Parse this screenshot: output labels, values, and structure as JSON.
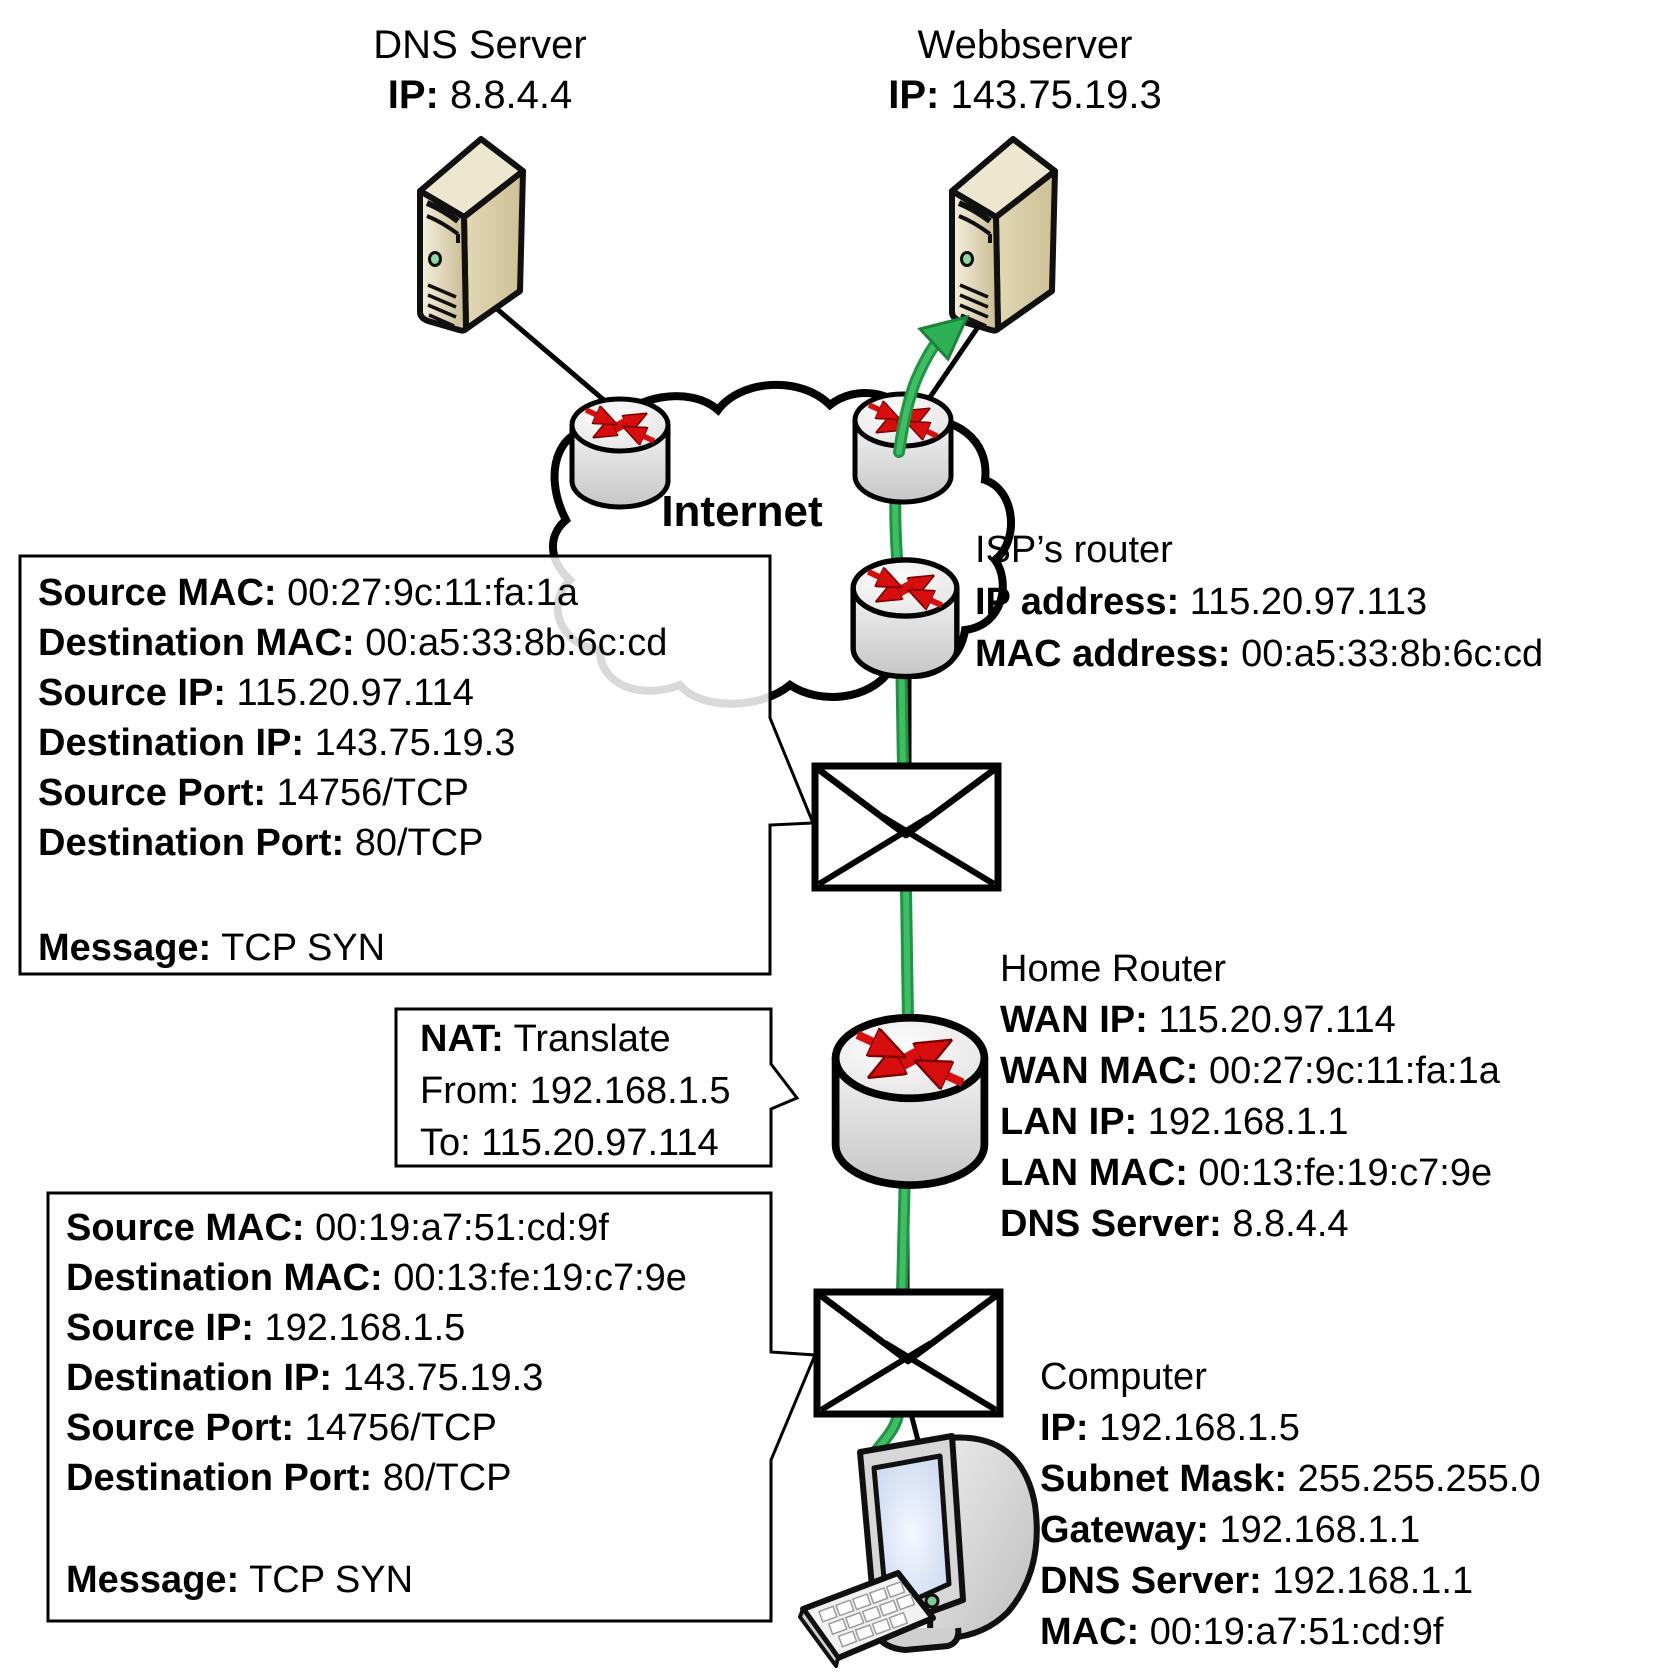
{
  "nodes": {
    "dns_server": {
      "title": "DNS Server",
      "ip_label": "IP:",
      "ip_value": "8.8.4.4"
    },
    "webserver": {
      "title": "Webbserver",
      "ip_label": "IP:",
      "ip_value": "143.75.19.3"
    },
    "internet": {
      "label": "Internet"
    },
    "isp_router": {
      "title": "ISP’s router",
      "ip": {
        "label": "IP address:",
        "value": "115.20.97.113"
      },
      "mac": {
        "label": "MAC address:",
        "value": "00:a5:33:8b:6c:cd"
      }
    },
    "home_router": {
      "title": "Home Router",
      "wan_ip": {
        "label": "WAN IP:",
        "value": "115.20.97.114"
      },
      "wan_mac": {
        "label": "WAN MAC:",
        "value": "00:27:9c:11:fa:1a"
      },
      "lan_ip": {
        "label": "LAN IP:",
        "value": "192.168.1.1"
      },
      "lan_mac": {
        "label": "LAN MAC:",
        "value": "00:13:fe:19:c7:9e"
      },
      "dns": {
        "label": "DNS Server:",
        "value": "8.8.4.4"
      }
    },
    "computer": {
      "title": "Computer",
      "ip": {
        "label": "IP:",
        "value": "192.168.1.5"
      },
      "subnet": {
        "label": "Subnet Mask:",
        "value": "255.255.255.0"
      },
      "gateway": {
        "label": "Gateway:",
        "value": "192.168.1.1"
      },
      "dns": {
        "label": "DNS Server:",
        "value": "192.168.1.1"
      },
      "mac": {
        "label": "MAC:",
        "value": "00:19:a7:51:cd:9f"
      }
    }
  },
  "packet_after_nat": {
    "source_mac": {
      "label": "Source MAC:",
      "value": "00:27:9c:11:fa:1a"
    },
    "dest_mac": {
      "label": "Destination MAC:",
      "value": "00:a5:33:8b:6c:cd"
    },
    "source_ip": {
      "label": "Source IP:",
      "value": "115.20.97.114"
    },
    "dest_ip": {
      "label": "Destination IP:",
      "value": "143.75.19.3"
    },
    "source_port": {
      "label": "Source Port:",
      "value": "14756/TCP"
    },
    "dest_port": {
      "label": "Destination Port:",
      "value": "80/TCP"
    },
    "message": {
      "label": "Message:",
      "value": "TCP SYN"
    }
  },
  "packet_before_nat": {
    "source_mac": {
      "label": "Source MAC:",
      "value": "00:19:a7:51:cd:9f"
    },
    "dest_mac": {
      "label": "Destination MAC:",
      "value": "00:13:fe:19:c7:9e"
    },
    "source_ip": {
      "label": "Source IP:",
      "value": "192.168.1.5"
    },
    "dest_ip": {
      "label": "Destination IP:",
      "value": "143.75.19.3"
    },
    "source_port": {
      "label": "Source Port:",
      "value": "14756/TCP"
    },
    "dest_port": {
      "label": "Destination Port:",
      "value": "80/TCP"
    },
    "message": {
      "label": "Message:",
      "value": "TCP SYN"
    }
  },
  "nat_callout": {
    "line1": {
      "label": "NAT:",
      "value": "Translate"
    },
    "line2": "From: 192.168.1.5",
    "line3": "To: 115.20.97.114"
  },
  "icons": {
    "dns_server": "server-tower",
    "webserver": "server-tower",
    "internet": "cloud",
    "routers": "cisco-router-cylinder-red-arrows",
    "packet": "envelope",
    "computer": "crt-monitor-with-keyboard",
    "flow": "green-arrow-path"
  },
  "colors": {
    "flow_arrow_green": "#2FAE52",
    "router_arrow_red": "#D80D0D",
    "server_beige": "#D9CEA9",
    "outline_black": "#000000"
  }
}
